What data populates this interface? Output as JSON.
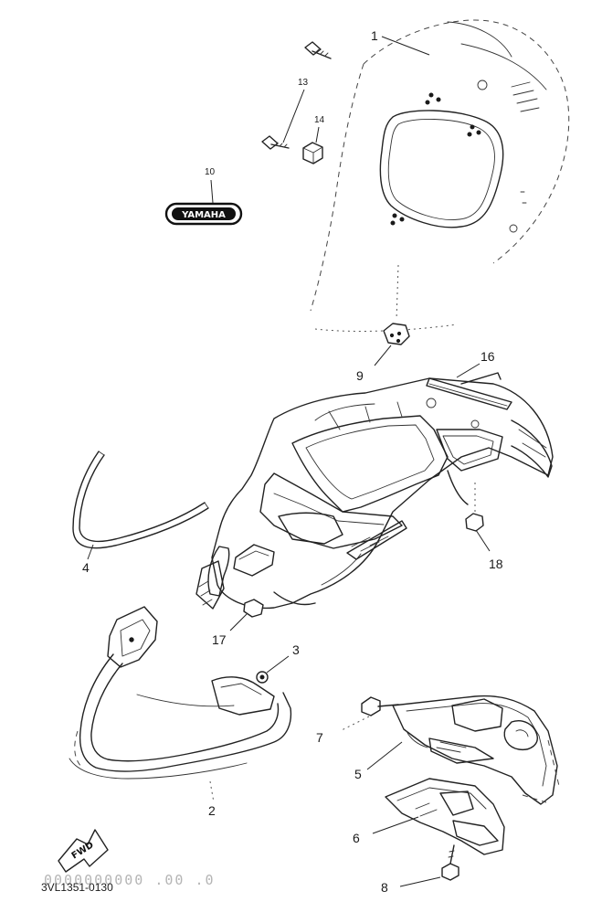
{
  "diagram": {
    "part_labels": {
      "p1": "1",
      "p2": "2",
      "p3": "3",
      "p4": "4",
      "p5": "5",
      "p6": "6",
      "p7": "7",
      "p8": "8",
      "p9": "9",
      "p10": "10",
      "p13": "13",
      "p14": "14",
      "p16": "16",
      "p17": "17",
      "p18": "18"
    },
    "emblem_text": "YAMAHA",
    "fwd_text": "FWD",
    "catalog_code": "3VL1351-0130",
    "faint_text": "0000000000 .00 .0"
  }
}
